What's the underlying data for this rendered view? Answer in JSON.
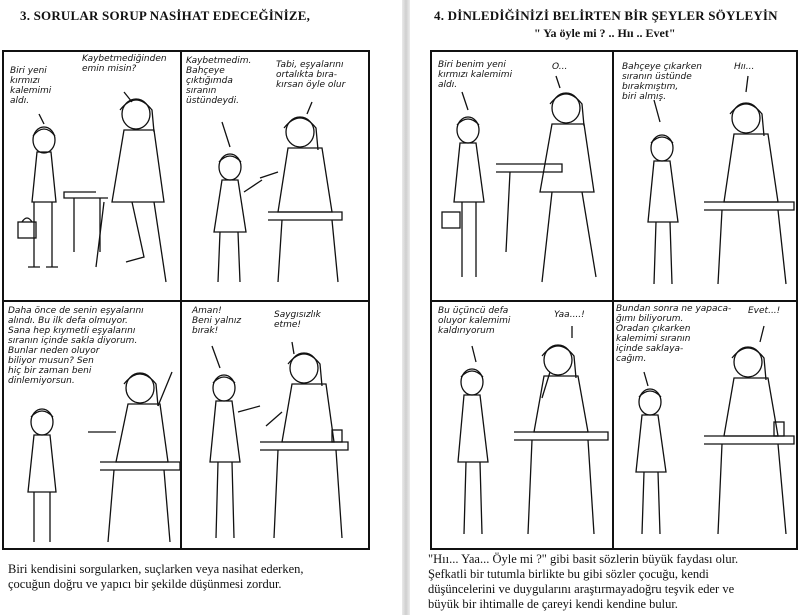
{
  "left_page": {
    "heading": "3. SORULAR SORUP NASİHAT EDECEĞİNİZE,",
    "panels": [
      {
        "id": "p1",
        "bubbles": [
          "Biri yeni\nkırmızı\nkalemimi\naldı.",
          "Kaybetmediğinden\nemin misin?"
        ]
      },
      {
        "id": "p2",
        "bubbles": [
          "Kaybetmedim.\nBahçeye\nçıktığımda\nsıranın\nüstündeydi.",
          "Tabi, eşyalarını\nortalıkta bıra-\nkırsan öyle olur"
        ]
      },
      {
        "id": "p3",
        "bubbles": [
          "Daha önce de senin eşyalarını\nalındı. Bu ilk defa olmuyor.\nSana hep kıymetli eşyalarını\nsıranın içinde sakla diyorum.\nBunlar neden oluyor\nbiliyor musun? Sen\nhiç bir zaman beni\ndinlemiyorsun."
        ]
      },
      {
        "id": "p4",
        "bubbles": [
          "Aman!\nBeni yalnız\nbırak!",
          "Saygısızlık\netme!"
        ]
      }
    ],
    "caption": "Biri kendisini sorgularken, suçlarken veya nasihat ederken,\nçocuğun doğru ve yapıcı bir şekilde düşünmesi zordur."
  },
  "right_page": {
    "heading": "4. DİNLEDİĞİNİZİ BELİRTEN BİR ŞEYLER SÖYLEYİN",
    "subheading": "\" Ya öyle mi ? .. Hıı .. Evet\"",
    "panels": [
      {
        "id": "p5",
        "bubbles": [
          "Biri benim yeni\nkırmızı kalemimi\naldı.",
          "O..."
        ]
      },
      {
        "id": "p6",
        "bubbles": [
          "Bahçeye çıkarken\nsıranın üstünde\nbırakmıştım,\nbiri almış.",
          "Hıı..."
        ]
      },
      {
        "id": "p7",
        "bubbles": [
          "Bu üçüncü defa\noluyor kalemimi\nkaldırıyorum",
          "Yaa....!"
        ]
      },
      {
        "id": "p8",
        "bubbles": [
          "Bundan sonra ne yapaca-\nğımı biliyorum.\nOradan çıkarken\nkalemimi sıranın\niçinde saklaya-\ncağım.",
          "Evet...!"
        ]
      }
    ],
    "caption": "\"Hıı... Yaa... Öyle mi ?\" gibi basit sözlerin büyük faydası olur.\nŞefkatli bir tutumla birlikte bu gibi sözler çocuğu, kendi\ndüşüncelerini ve duygularını araştırmayadoğru teşvik eder ve\nbüyük bir ihtimalle de çareyi kendi kendine bulur."
  }
}
